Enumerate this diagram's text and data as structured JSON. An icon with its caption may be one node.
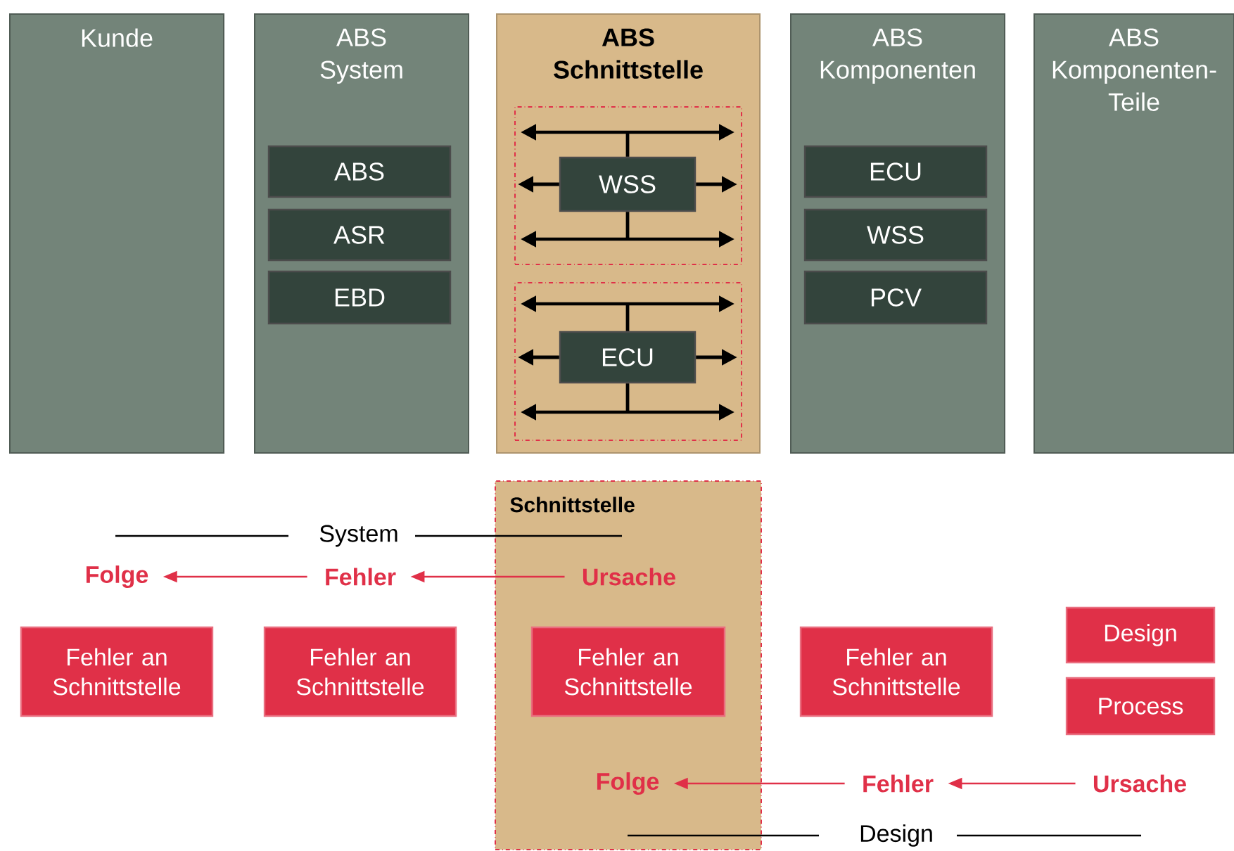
{
  "diagram": {
    "nodes": [
      {
        "text": [
          "Kunde"
        ]
      },
      {
        "text": [
          "ABS System"
        ]
      },
      {
        "text": [
          "ABS"
        ],
        "in": 1
      },
      {
        "text": [
          "ASR"
        ],
        "in": 1
      },
      {
        "text": [
          "EBD"
        ],
        "in": 1
      },
      {
        "text": [
          "ABS Schnittstelle"
        ]
      },
      {
        "text": [],
        "shape": "box",
        "in": 5
      },
      {
        "text": [
          "WSS"
        ],
        "in": 6
      },
      {
        "text": [],
        "shape": "box",
        "in": 5
      },
      {
        "text": [
          "ECU"
        ],
        "in": 8
      },
      {
        "text": [
          "ABS Komponenten"
        ]
      },
      {
        "text": [
          "ECU"
        ],
        "in": 10
      },
      {
        "text": [
          "WSS"
        ],
        "in": 10
      },
      {
        "text": [
          "PCV"
        ],
        "in": 10
      },
      {
        "text": [
          "ABS Komponenten-Teile"
        ]
      },
      {
        "text": [
          "Schnittstelle"
        ]
      },
      {
        "text": [
          "Folge"
        ]
      },
      {
        "text": [
          "Fehler"
        ]
      },
      {
        "text": [
          "Ursache"
        ],
        "in": 15
      },
      {
        "text": [
          "Fehler an Schnittstelle"
        ]
      },
      {
        "text": [
          "Fehler an Schnittstelle"
        ]
      },
      {
        "text": [
          "Fehler an Schnittstelle"
        ],
        "in": 15
      },
      {
        "text": [
          "Fehler an Schnittstelle"
        ]
      },
      {
        "text": [
          "Design"
        ]
      },
      {
        "text": [
          "Process"
        ]
      },
      {
        "text": [
          "Folge"
        ],
        "in": 15
      },
      {
        "text": [
          "Fehler"
        ]
      },
      {
        "text": [
          "Ursache"
        ]
      }
    ],
    "edges": [
      {
        "from": 17,
        "to": 16,
        "arrow": "to",
        "color": "#e03048"
      },
      {
        "from": 18,
        "to": 17,
        "arrow": "to",
        "color": "#e03048"
      },
      {
        "from": 26,
        "to": 25,
        "arrow": "to",
        "color": "#e03048"
      },
      {
        "from": 27,
        "to": 26,
        "arrow": "to",
        "color": "#e03048"
      },
      {
        "from": 7,
        "to": null,
        "arrow": "to"
      },
      {
        "from": 7,
        "to": null,
        "arrow": "to"
      },
      {
        "from": 9,
        "to": null,
        "arrow": "to"
      },
      {
        "from": 9,
        "to": null,
        "arrow": "to"
      },
      {
        "from": 7,
        "to": null,
        "arrow": "none"
      },
      {
        "from": 7,
        "to": null,
        "arrow": "none"
      },
      {
        "from": 9,
        "to": null,
        "arrow": "none"
      },
      {
        "from": 9,
        "to": null,
        "arrow": "none"
      }
    ],
    "labels": [
      "System",
      "Design"
    ]
  }
}
